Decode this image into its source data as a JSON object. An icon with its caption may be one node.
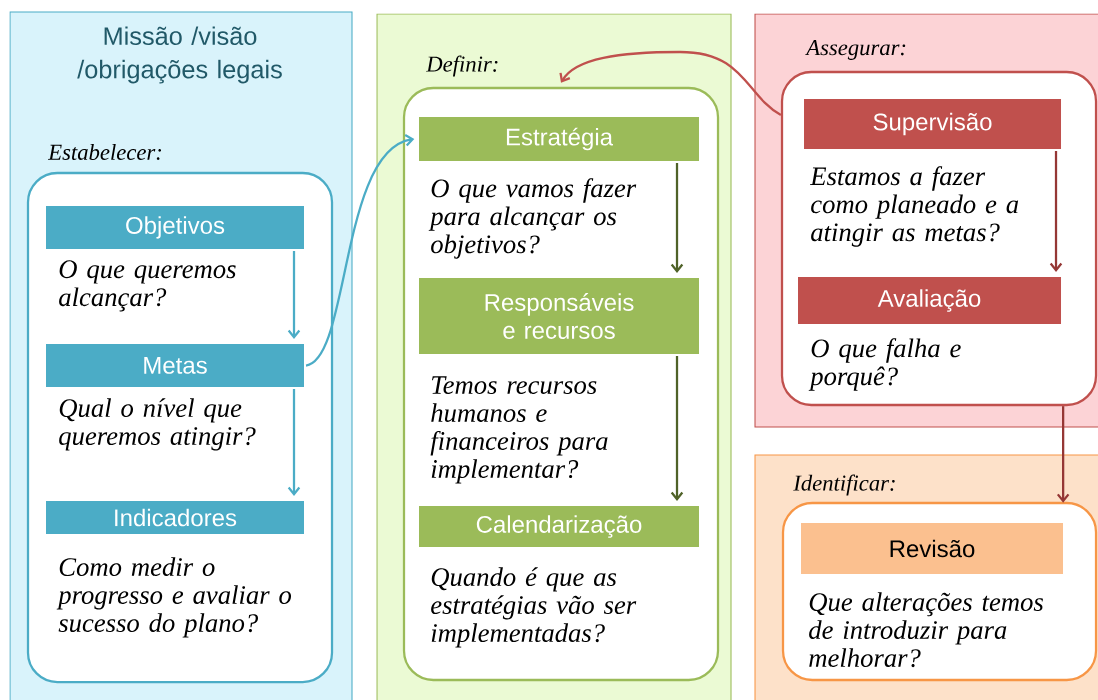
{
  "diagram": {
    "nodes": [
      {
        "text": [
          "Missão /visão /obrigações legais"
        ]
      },
      {
        "text": [
          "Estabelecer:"
        ],
        "in": 0
      },
      {
        "text": [
          "Objetivos"
        ],
        "in": 1,
        "beside": [
          "O que queremos alcançar?"
        ]
      },
      {
        "text": [
          "Metas"
        ],
        "in": 1,
        "beside": [
          "Qual o nível que queremos atingir?"
        ]
      },
      {
        "text": [
          "Indicadores"
        ],
        "in": 1,
        "beside": [
          "Como medir o progresso e avaliar o sucesso do plano?"
        ]
      },
      {
        "text": [],
        "shape": "box"
      },
      {
        "text": [
          "Definir:"
        ],
        "in": 5
      },
      {
        "text": [
          "Estratégia"
        ],
        "in": 6,
        "beside": [
          "O que vamos fazer para alcançar os objetivos?"
        ]
      },
      {
        "text": [
          "Responsáveis e recursos"
        ],
        "in": 6,
        "beside": [
          "Temos recursos humanos e financeiros para implementar?"
        ]
      },
      {
        "text": [
          "Calendarização"
        ],
        "in": 6,
        "beside": [
          "Quando é que as estratégias vão ser implementadas?"
        ]
      },
      {
        "text": [],
        "shape": "box"
      },
      {
        "text": [
          "Assegurar:"
        ],
        "in": 10
      },
      {
        "text": [
          "Supervisão"
        ],
        "in": 11,
        "beside": [
          "Estamos a fazer como planeado e a atingir as metas?"
        ]
      },
      {
        "text": [
          "Avaliação"
        ],
        "in": 11,
        "beside": [
          "O que falha e porquê?"
        ]
      },
      {
        "text": [],
        "shape": "box"
      },
      {
        "text": [
          "Identificar:"
        ],
        "in": 14
      },
      {
        "text": [
          "Revisão"
        ],
        "in": 15,
        "beside": [
          "Que alterações temos de introduzir para melhorar?"
        ]
      }
    ],
    "edges": [
      {
        "from": 2,
        "to": 3,
        "arrow": "to",
        "color": "#4bacc6"
      },
      {
        "from": 3,
        "to": 4,
        "arrow": "to",
        "color": "#4bacc6"
      },
      {
        "from": 3,
        "to": 7,
        "arrow": "to",
        "color": "#4bacc6"
      },
      {
        "from": 7,
        "to": 8,
        "arrow": "to",
        "color": "#4f6228"
      },
      {
        "from": 8,
        "to": 9,
        "arrow": "to",
        "color": "#4f6228"
      },
      {
        "from": 11,
        "to": 6,
        "arrow": "to",
        "color": "#c0504d"
      },
      {
        "from": 12,
        "to": 13,
        "arrow": "to",
        "color": "#953735"
      },
      {
        "from": 11,
        "to": 15,
        "arrow": "to",
        "color": "#953735"
      }
    ]
  }
}
